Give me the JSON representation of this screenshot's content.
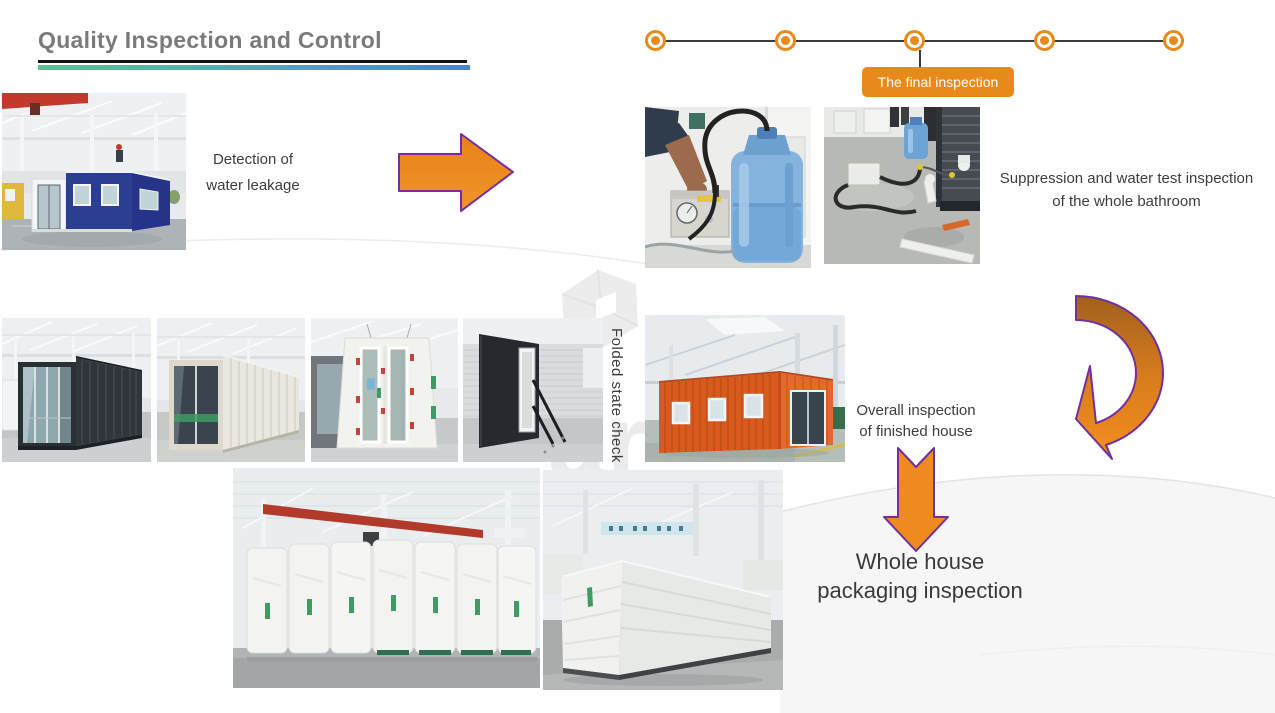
{
  "title": "Quality Inspection and Control",
  "timeline": {
    "label": "The final inspection",
    "node_count": 5
  },
  "captions": {
    "water_leakage_line1": "Detection of",
    "water_leakage_line2": "water leakage",
    "bathroom_line1": "Suppression and water test inspection",
    "bathroom_line2": "of the whole bathroom",
    "folded_state": "Folded state check",
    "overall_line1": "Overall inspection",
    "overall_line2": "of finished house",
    "packaging_line1": "Whole house",
    "packaging_line2": "packaging inspection"
  },
  "colors": {
    "accent_orange": "#e8891a",
    "arrow_fill": "#ee8a1f",
    "arrow_outline": "#7030a0",
    "timeline_line": "#3b3b3b",
    "title_text": "#7a7a7a",
    "underline_black": "#141414",
    "underline_gradient_start": "#4cc890",
    "underline_gradient_end": "#4f7ee0",
    "caption_text": "#3d3d3d",
    "label_text": "#ffffff"
  }
}
